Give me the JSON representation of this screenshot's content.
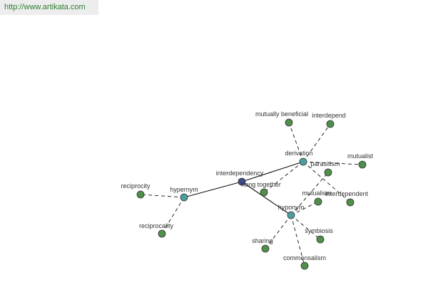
{
  "header": {
    "url": "http://www.artikata.com"
  },
  "graph": {
    "colors": {
      "center_node": "#3c4a8a",
      "relation_node": "#4f9e9e",
      "leaf_node": "#4f8f4a",
      "node_stroke": "#333333",
      "edge": "#111111",
      "url_text": "#2e7d32",
      "banner_bg": "#ededed"
    },
    "nodes": [
      {
        "id": "center",
        "label": "interdependency",
        "kind": "center"
      },
      {
        "id": "hypernym",
        "label": "hypernym",
        "kind": "relation"
      },
      {
        "id": "derivation",
        "label": "derivation",
        "kind": "relation"
      },
      {
        "id": "hyponym",
        "label": "hyponym",
        "kind": "relation"
      },
      {
        "id": "reciprocity",
        "label": "reciprocity",
        "kind": "leaf"
      },
      {
        "id": "reciprocality",
        "label": "reciprocality",
        "kind": "leaf"
      },
      {
        "id": "mutually-beneficial",
        "label": "mutually beneficial",
        "kind": "leaf"
      },
      {
        "id": "interdepend",
        "label": "interdepend",
        "kind": "leaf"
      },
      {
        "id": "mutualist",
        "label": "mutualist",
        "kind": "leaf"
      },
      {
        "id": "interdependent",
        "label": "interdependent",
        "kind": "leaf"
      },
      {
        "id": "hang-together",
        "label": "hang together",
        "kind": "leaf"
      },
      {
        "id": "parasitism",
        "label": "parasitism",
        "kind": "leaf"
      },
      {
        "id": "mutualism",
        "label": "mutualism",
        "kind": "leaf"
      },
      {
        "id": "symbiosis",
        "label": "symbiosis",
        "kind": "leaf"
      },
      {
        "id": "sharing",
        "label": "sharing",
        "kind": "leaf"
      },
      {
        "id": "commensalism",
        "label": "commensalism",
        "kind": "leaf"
      }
    ],
    "edges": [
      {
        "from": "center",
        "to": "hypernym",
        "style": "solid"
      },
      {
        "from": "center",
        "to": "derivation",
        "style": "solid"
      },
      {
        "from": "center",
        "to": "hyponym",
        "style": "solid"
      },
      {
        "from": "hypernym",
        "to": "reciprocity",
        "style": "dashed"
      },
      {
        "from": "hypernym",
        "to": "reciprocality",
        "style": "dashed"
      },
      {
        "from": "derivation",
        "to": "mutually-beneficial",
        "style": "dashed"
      },
      {
        "from": "derivation",
        "to": "interdepend",
        "style": "dashed"
      },
      {
        "from": "derivation",
        "to": "mutualist",
        "style": "dashed"
      },
      {
        "from": "derivation",
        "to": "interdependent",
        "style": "dashed"
      },
      {
        "from": "derivation",
        "to": "hang-together",
        "style": "dashed"
      },
      {
        "from": "hyponym",
        "to": "parasitism",
        "style": "dashed"
      },
      {
        "from": "hyponym",
        "to": "mutualism",
        "style": "dashed"
      },
      {
        "from": "hyponym",
        "to": "symbiosis",
        "style": "dashed"
      },
      {
        "from": "hyponym",
        "to": "sharing",
        "style": "dashed"
      },
      {
        "from": "hyponym",
        "to": "commensalism",
        "style": "dashed"
      }
    ]
  }
}
